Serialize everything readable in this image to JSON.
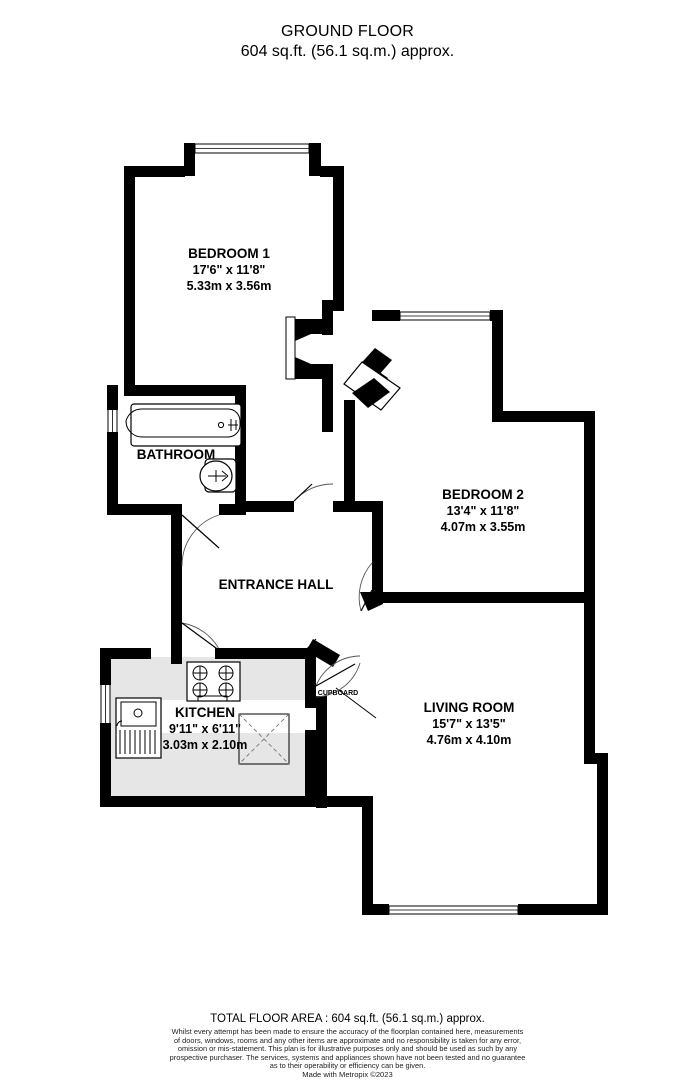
{
  "header": {
    "title": "GROUND FLOOR",
    "subtitle": "604 sq.ft. (56.1 sq.m.) approx."
  },
  "rooms": [
    {
      "name": "BEDROOM 1",
      "imperial": "17'6\"  x 11'8\"",
      "metric": "5.33m  x 3.56m"
    },
    {
      "name": "BEDROOM 2",
      "imperial": "13'4\"  x 11'8\"",
      "metric": "4.07m  x 3.55m"
    },
    {
      "name": "LIVING ROOM",
      "imperial": "15'7\"  x 13'5\"",
      "metric": "4.76m  x 4.10m"
    },
    {
      "name": "KITCHEN",
      "imperial": "9'11\"  x 6'11\"",
      "metric": "3.03m  x 2.10m"
    },
    {
      "name": "BATHROOM",
      "imperial": "",
      "metric": ""
    },
    {
      "name": "ENTRANCE HALL",
      "imperial": "",
      "metric": ""
    },
    {
      "name": "CUPBOARD",
      "imperial": "",
      "metric": ""
    }
  ],
  "footer": {
    "total_area": "TOTAL FLOOR AREA : 604 sq.ft. (56.1 sq.m.) approx.",
    "disclaimer_line1": "Whilst every attempt has been made to ensure the accuracy of the floorplan contained here, measurements",
    "disclaimer_line2": "of doors, windows, rooms and any other items are approximate and no responsibility is taken for any error,",
    "disclaimer_line3": "omission or mis-statement. This plan is for illustrative purposes only and should be used as such by any",
    "disclaimer_line4": "prospective purchaser. The services, systems and appliances shown have not been tested and no guarantee",
    "disclaimer_line5": "as to their operability or efficiency can be given.",
    "credit": "Made with Metropix ©2023"
  },
  "colors": {
    "wall": "#000000",
    "kitchen_floor": "#e6e6e6",
    "background": "#ffffff",
    "text": "#000000"
  }
}
